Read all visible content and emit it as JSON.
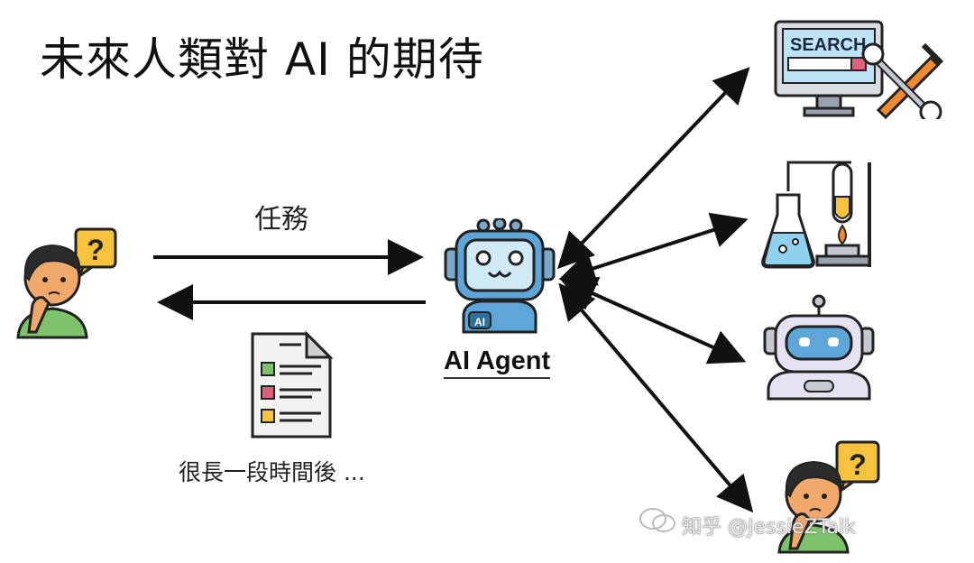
{
  "title": "未來人類對 AI 的期待",
  "task_label": "任務",
  "agent_label": "AI Agent",
  "agent_badge": "AI",
  "later_label": "很長一段時間後 ...",
  "search_label": "SEARCH",
  "question_mark": "?",
  "watermark": "知乎 @JessieZTalk",
  "icons": {
    "user": "thinking-person-icon",
    "agent": "robot-agent-icon",
    "document": "document-checklist-icon",
    "search": "search-computer-tools-icon",
    "lab": "lab-flask-burner-icon",
    "robot": "robot-head-icon",
    "human": "thinking-person-icon"
  },
  "colors": {
    "arrow": "#111111",
    "robot_blue": "#5ea6d8",
    "skin": "#f0a96b",
    "hair": "#2b2b2b",
    "shirt": "#7cc36b",
    "bubble": "#f7c23c",
    "flask": "#8fd1ee",
    "orange": "#f08a2d"
  }
}
